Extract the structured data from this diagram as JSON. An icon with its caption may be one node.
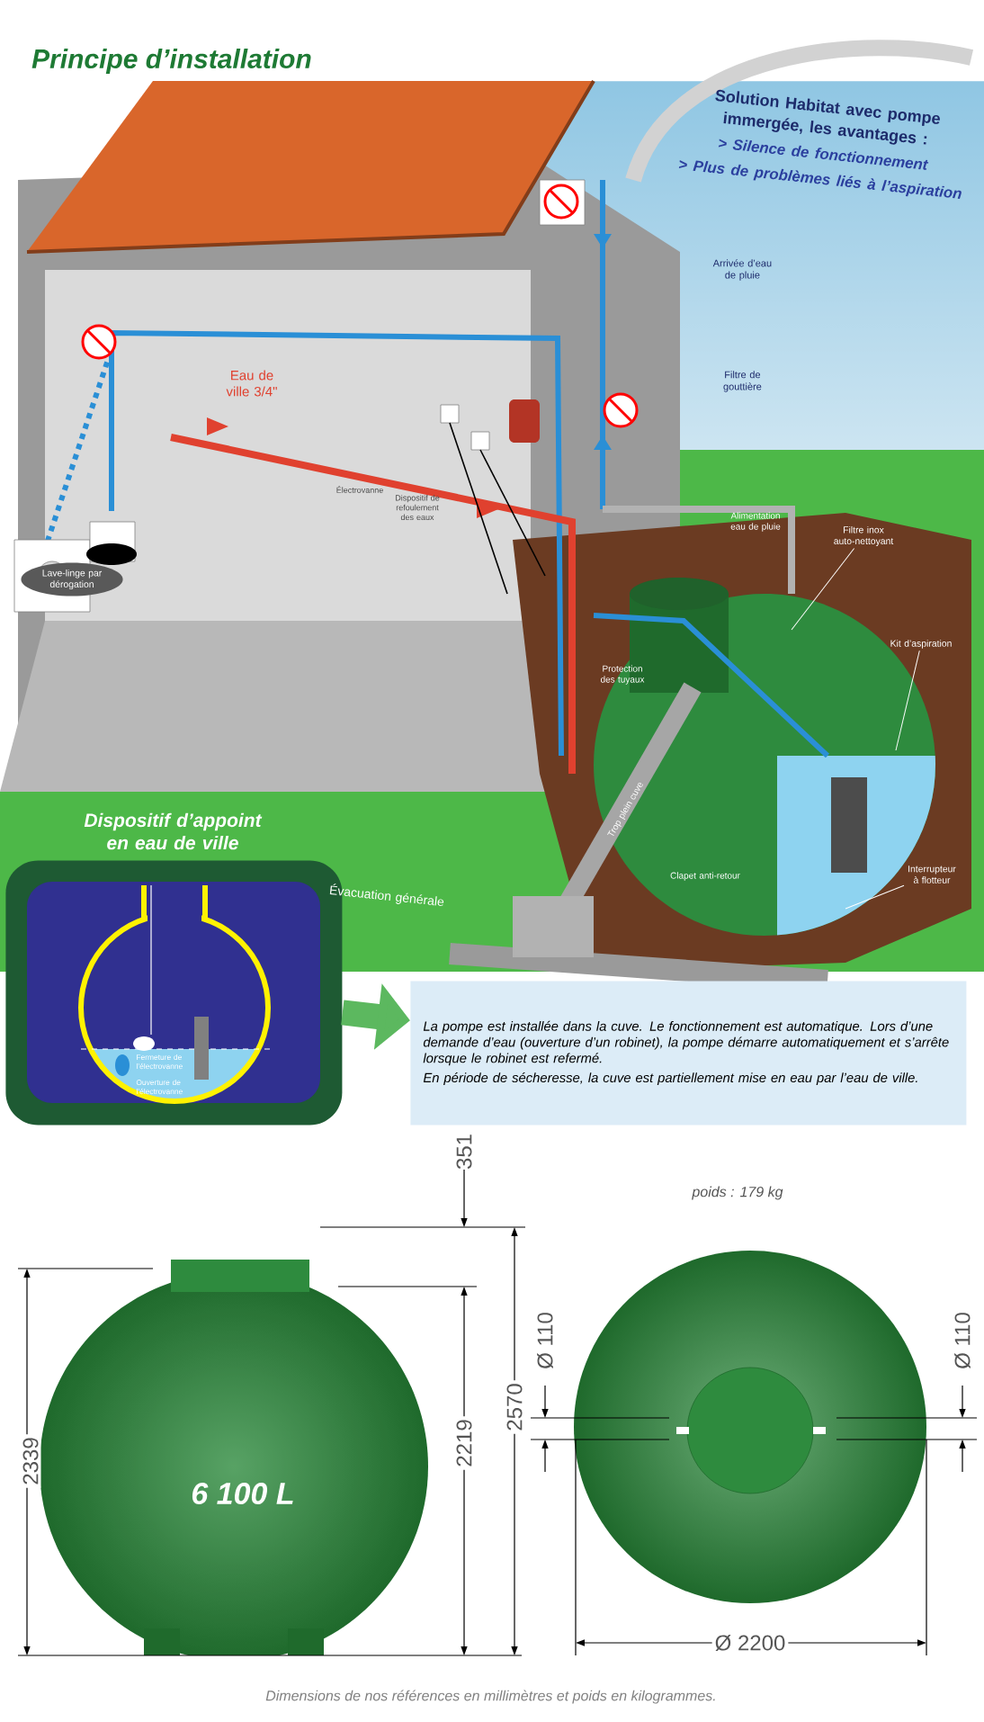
{
  "diagram": {
    "title": "Principe d’installation",
    "caption": "Dimensions de nos références en millimètres et poids en kilogrammes.",
    "nodes": [
      {
        "text": [
          "Solution Habitat avec pompe immergée, les avantages :",
          "> Silence de fonctionnement",
          "> Plus de problèmes liés à l’aspiration"
        ]
      },
      {
        "text": [
          "Dispositif d’appoint en eau de ville",
          "Fermeture de l’électrovanne",
          "Ouverture de l’électrovanne"
        ]
      },
      {
        "text": [
          "La pompe est installée dans la cuve. Le fonctionnement est automatique. Lors d’une demande d’eau (ouverture d’un robinet), la pompe démarre automatiquement et s’arrête lorsque le robinet est refermé.",
          "En période de sécheresse, la cuve est partiellement mise en eau par l’eau de ville."
        ]
      },
      {
        "text": [
          "Filtre inox auto-nettoyant"
        ]
      },
      {
        "text": [
          "Kit d’aspiration"
        ]
      },
      {
        "text": [
          "Interrupteur à flotteur"
        ]
      },
      {
        "text": [
          "Lave-linge par dérogation"
        ]
      }
    ],
    "edges": [
      {
        "from": 1,
        "to": 2,
        "arrow": "to",
        "style": "thick",
        "color": "#5cb85f"
      },
      {
        "from": 3,
        "to": null,
        "arrow": "none"
      },
      {
        "from": 4,
        "to": null,
        "arrow": "none"
      },
      {
        "from": 5,
        "to": null,
        "arrow": "none"
      }
    ],
    "labels": [
      "Arrivée d’eau de pluie",
      "Eau de ville 3/4\"",
      "Filtre de gouttière",
      "Électrovanne",
      "Dispositif de refoulement des eaux",
      "Alimentation eau de pluie",
      "Protection des tuyaux",
      "Trop plein cuve",
      "Clapet anti-retour",
      "Évacuation générale",
      "351",
      "poids : 179 kg",
      "2339",
      "2570",
      "Ø 110",
      "Ø 110",
      "2219",
      "6 100 L",
      "Ø 2200"
    ]
  }
}
